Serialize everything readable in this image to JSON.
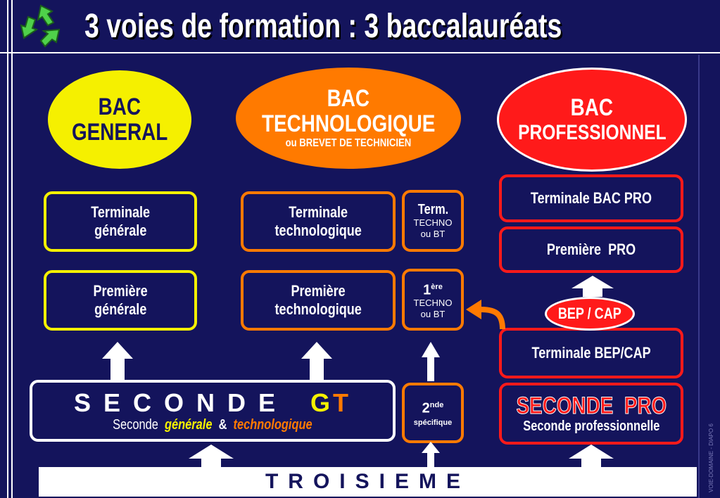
{
  "header": {
    "title": "3 voies de formation : 3 baccalauréats"
  },
  "bacs": {
    "general": {
      "line1": "BAC",
      "line2": "GENERAL",
      "color": "#f5f000"
    },
    "techno": {
      "line1": "BAC",
      "line2": "TECHNOLOGIQUE",
      "line3": "ou BREVET DE TECHNICIEN",
      "color": "#ff7a00"
    },
    "pro": {
      "line1": "BAC",
      "line2": "PROFESSIONNEL",
      "color": "#ff1a1a"
    }
  },
  "general_path": {
    "terminale": {
      "line1": "Terminale",
      "line2": "générale"
    },
    "premiere": {
      "line1": "Première",
      "line2": "générale"
    }
  },
  "techno_path": {
    "terminale": {
      "line1": "Terminale",
      "line2": "technologique"
    },
    "premiere": {
      "line1": "Première",
      "line2": "technologique"
    },
    "term_bt": {
      "line1": "Term.",
      "line2": "TECHNO",
      "line3": "ou BT"
    },
    "premiere_bt": {
      "main": "1",
      "sup": "ère",
      "line2": "TECHNO",
      "line3": "ou BT"
    }
  },
  "pro_path": {
    "terminale": "Terminale BAC PRO",
    "premiere": "Première  PRO",
    "bep_cap": "BEP / CAP",
    "terminale_bep": "Terminale BEP/CAP",
    "seconde": {
      "title": "SECONDE  PRO",
      "subtitle": "Seconde professionnelle"
    }
  },
  "seconde_gt": {
    "title": "S E C O N D E",
    "title_g": "G",
    "title_t": "T",
    "sub_prefix": "Seconde",
    "sub_generale": "générale",
    "sub_amp": "&",
    "sub_techno": "technologique"
  },
  "seconde_specifique": {
    "main": "2",
    "sup": "nde",
    "line2": "spécifique"
  },
  "troisieme": "TROISIEME",
  "side_note": "VOIE-DOMAINE - DIAPO 6",
  "colors": {
    "background": "#14145c",
    "yellow": "#f5f000",
    "orange": "#ff7a00",
    "red": "#ff1a1a",
    "white": "#ffffff"
  },
  "icons": {
    "logo": "recycle-arrows-icon"
  }
}
